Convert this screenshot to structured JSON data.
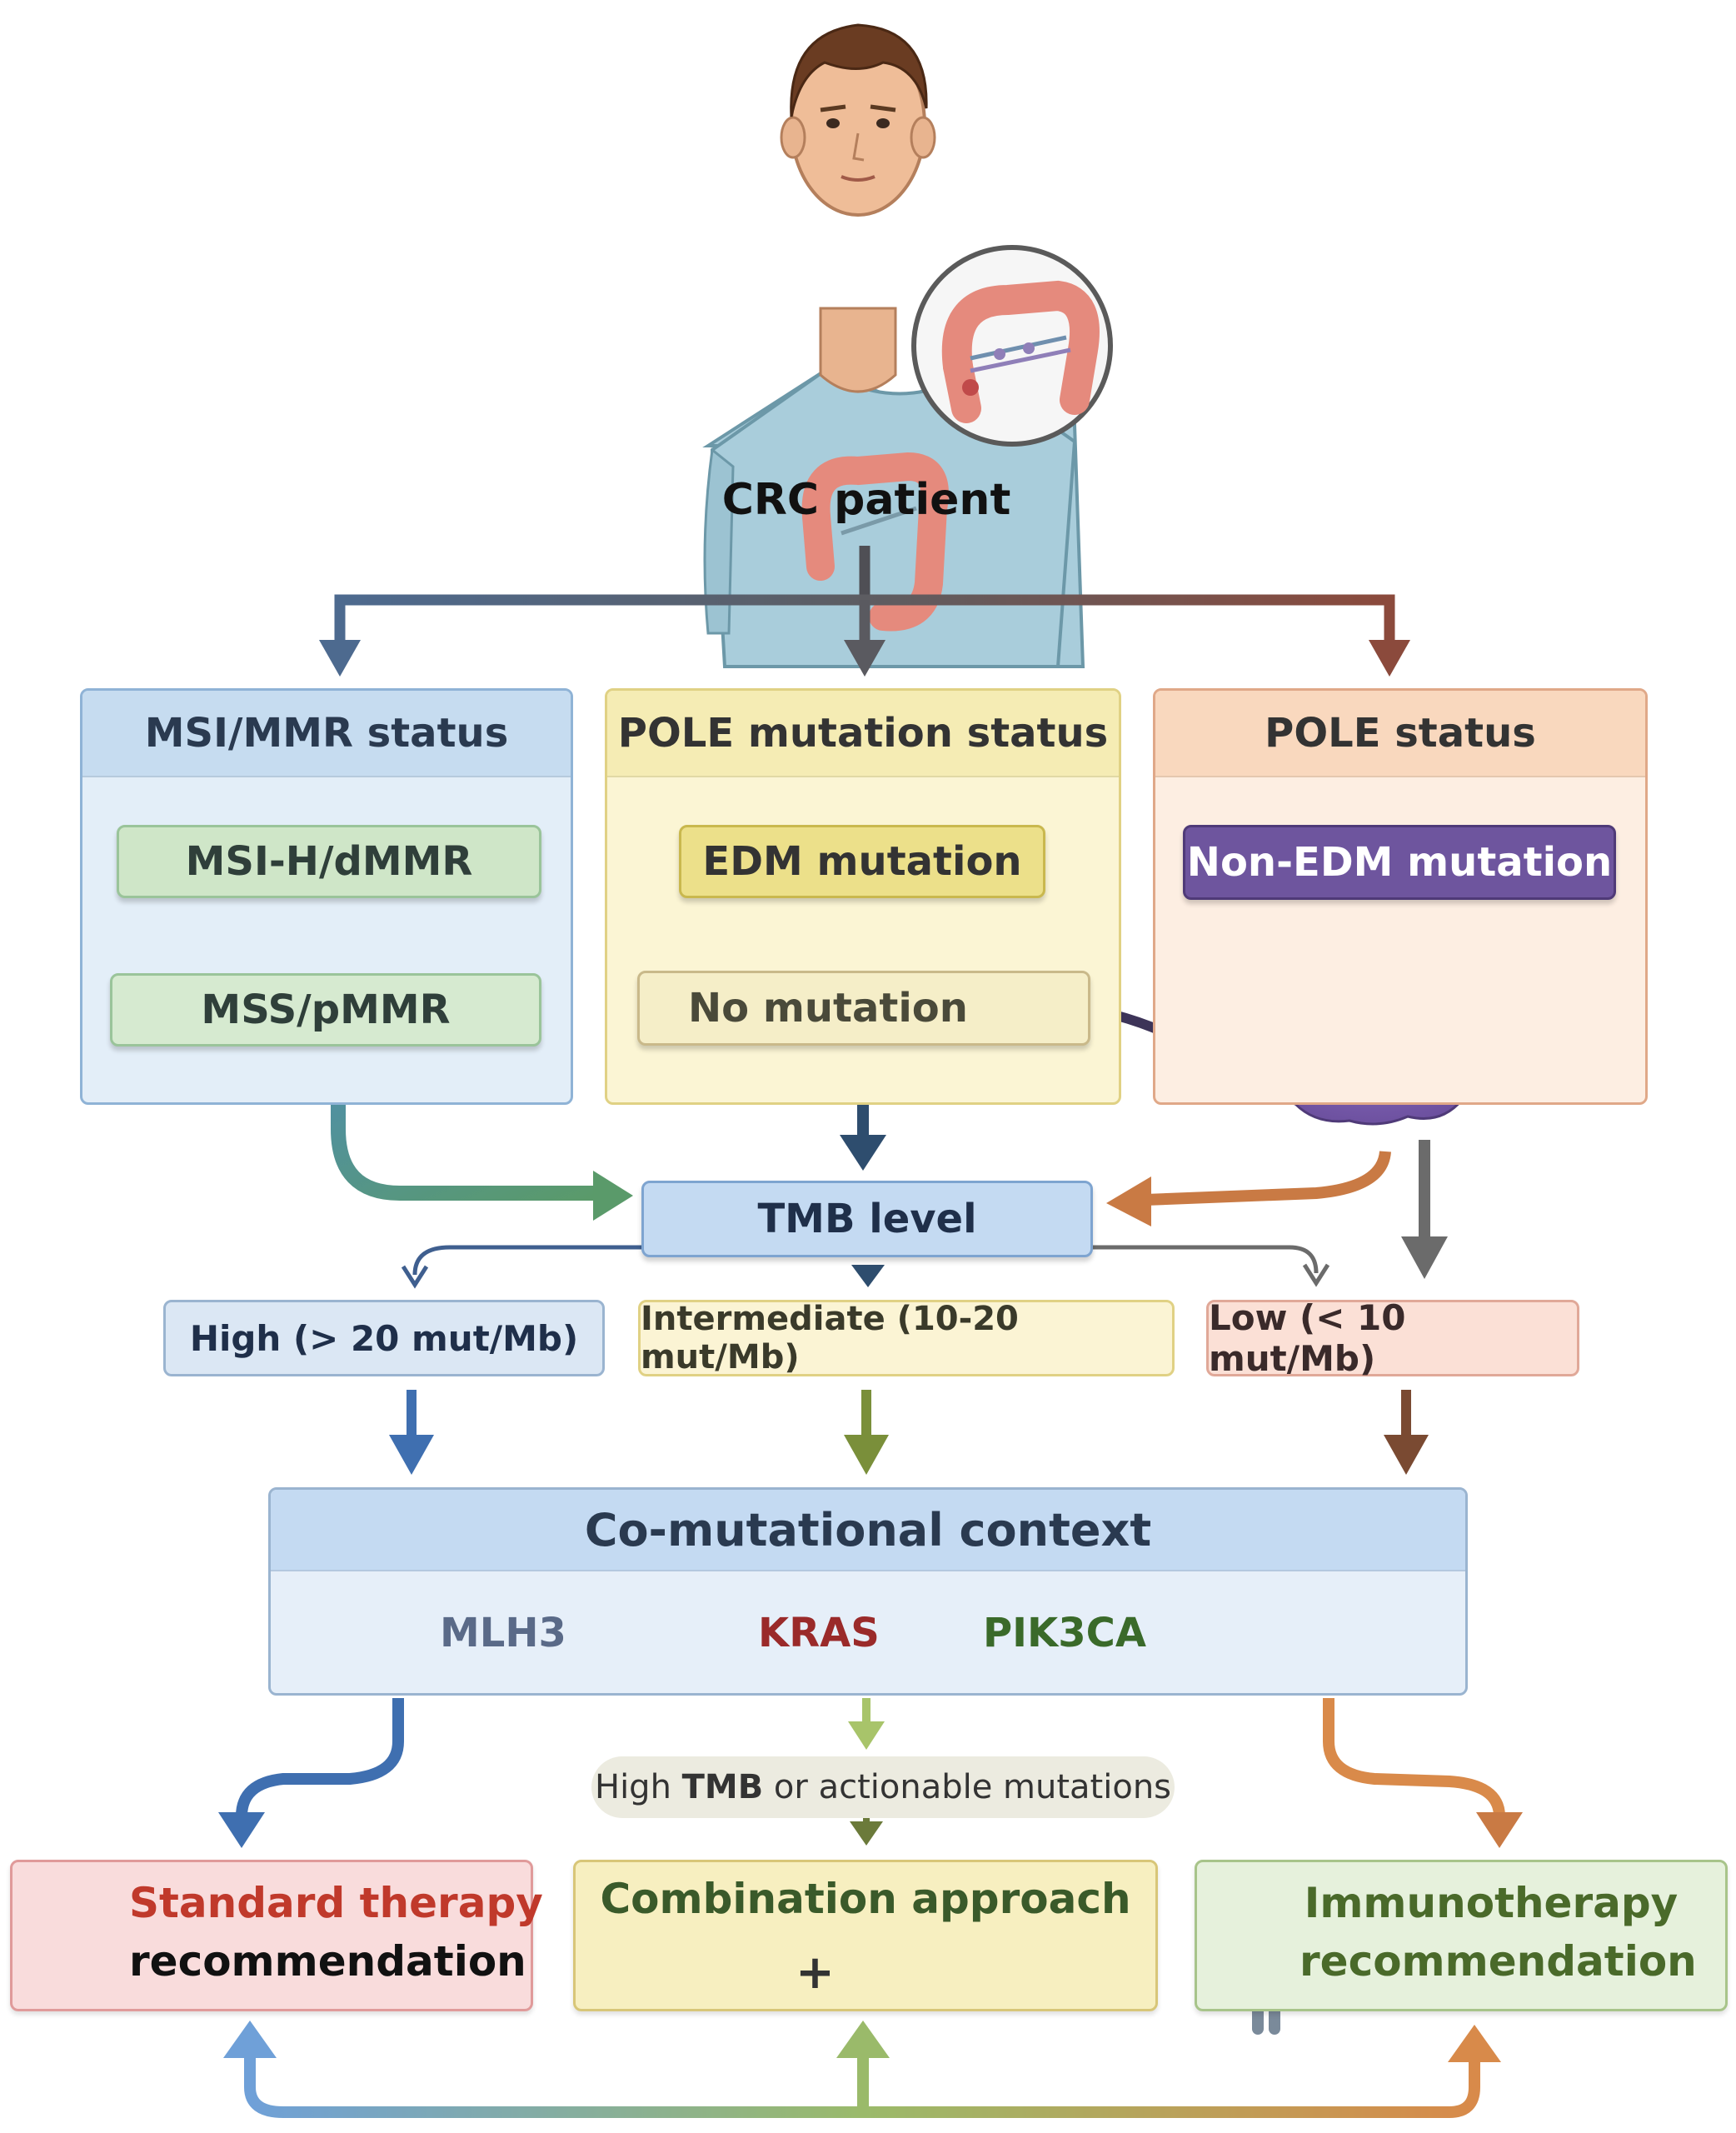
{
  "patient": {
    "label": "CRC patient"
  },
  "panels": {
    "msi": {
      "title": "MSI/MMR status",
      "item1": "MSI-H/dMMR",
      "item2": "MSS/pMMR"
    },
    "pole_mut": {
      "title": "POLE mutation status",
      "item1": "EDM mutation",
      "item2": "No mutation"
    },
    "pole": {
      "title": "POLE status",
      "item1": "Non-EDM mutation"
    }
  },
  "tmb": {
    "title": "TMB level",
    "high": "High (> 20 mut/Mb)",
    "intermediate": "Intermediate (10-20 mut/Mb)",
    "low": "Low (< 10 mut/Mb)"
  },
  "co_mutation": {
    "title": "Co-mutational context",
    "genes": [
      "MLH3",
      "KRAS",
      "PIK3CA"
    ]
  },
  "note": {
    "pre": "High ",
    "bold": "TMB",
    "post": " or actionable mutations"
  },
  "outcomes": {
    "standard": {
      "line1": "Standard therapy",
      "line2": "recommendation"
    },
    "combination": {
      "title": "Combination approach",
      "plus": "+"
    },
    "immuno": {
      "line1": "Immunotherapy",
      "line2": "recommendation"
    }
  },
  "colors": {
    "blue": "#4b6fa8",
    "olive": "#7a8f3a",
    "brown": "#8a5236",
    "purple": "#6e4f9a",
    "orange": "#d98a4a",
    "gray": "#6b6b6b"
  }
}
